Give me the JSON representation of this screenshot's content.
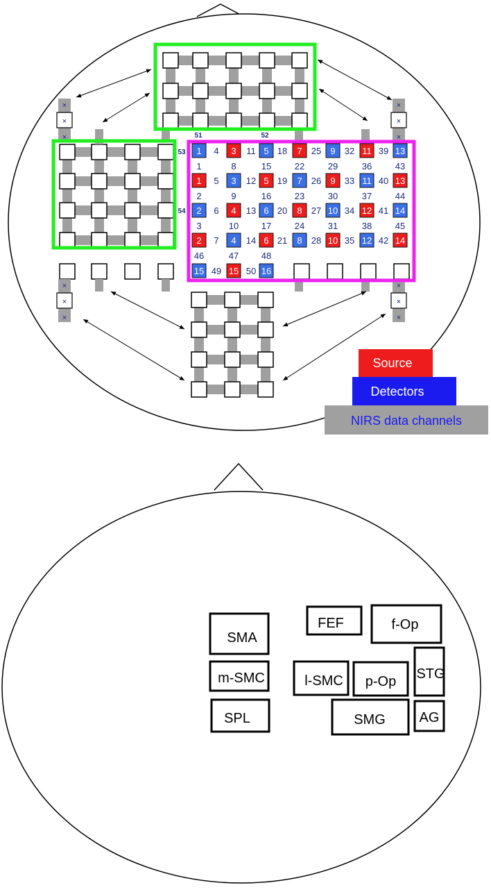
{
  "legend": {
    "source": "Source",
    "detectors": "Detectors",
    "channels": "NIRS data channels"
  },
  "colors": {
    "source": "#ee1c1c",
    "detector": "#1b1bf0",
    "probe_blue": "#3b6fe6",
    "channel_gray": "#a0a0a0",
    "roi_frame_green": "#22ee22",
    "roi_frame_magenta": "#ee22ee",
    "channel_text": "#1c2a7a"
  },
  "side_marker": "×",
  "extra_channels": [
    "51",
    "52",
    "53",
    "54"
  ],
  "probe_grid": {
    "row_a": [
      "1",
      "4",
      "3",
      "11",
      "5",
      "18",
      "7",
      "25",
      "9",
      "32",
      "11",
      "39",
      "13"
    ],
    "row_a_types": [
      "D",
      "c",
      "S",
      "c",
      "D",
      "c",
      "S",
      "c",
      "D",
      "c",
      "S",
      "c",
      "D"
    ],
    "row_b": [
      "1",
      "8",
      "15",
      "22",
      "29",
      "36",
      "43"
    ],
    "row_c": [
      "1",
      "5",
      "3",
      "12",
      "5",
      "19",
      "7",
      "26",
      "9",
      "33",
      "11",
      "40",
      "13"
    ],
    "row_c_types": [
      "S",
      "c",
      "D",
      "c",
      "S",
      "c",
      "D",
      "c",
      "S",
      "c",
      "D",
      "c",
      "S"
    ],
    "row_d": [
      "2",
      "9",
      "16",
      "23",
      "30",
      "37",
      "44"
    ],
    "row_e": [
      "2",
      "6",
      "4",
      "13",
      "6",
      "20",
      "8",
      "27",
      "10",
      "34",
      "12",
      "41",
      "14"
    ],
    "row_e_types": [
      "D",
      "c",
      "S",
      "c",
      "D",
      "c",
      "S",
      "c",
      "D",
      "c",
      "S",
      "c",
      "D"
    ],
    "row_f": [
      "3",
      "10",
      "17",
      "24",
      "31",
      "38",
      "45"
    ],
    "row_g": [
      "2",
      "7",
      "4",
      "14",
      "6",
      "21",
      "8",
      "28",
      "10",
      "35",
      "12",
      "42",
      "14"
    ],
    "row_g_types": [
      "S",
      "c",
      "D",
      "c",
      "S",
      "c",
      "D",
      "c",
      "S",
      "c",
      "D",
      "c",
      "S"
    ],
    "row_h": [
      "46",
      "47",
      "48"
    ],
    "row_i": [
      "15",
      "49",
      "15",
      "50",
      "16"
    ],
    "row_i_types": [
      "D",
      "c",
      "S",
      "c",
      "D"
    ]
  },
  "regions": [
    "SMA",
    "FEF",
    "f-Op",
    "m-SMC",
    "l-SMC",
    "p-Op",
    "STG",
    "SPL",
    "SMG",
    "AG"
  ]
}
